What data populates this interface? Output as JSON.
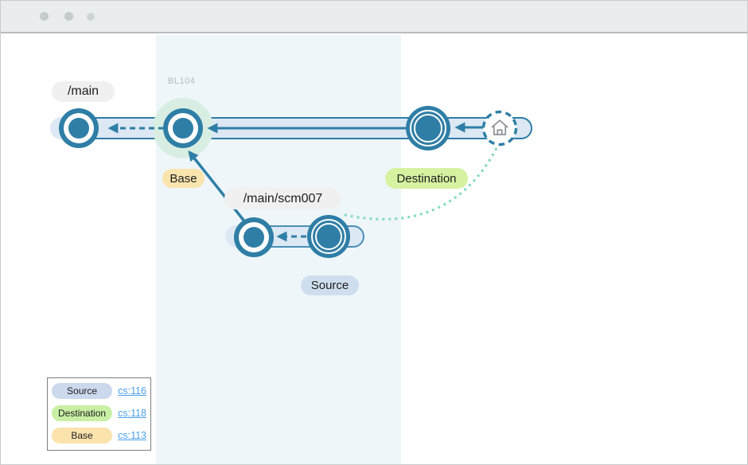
{
  "diagram": {
    "main_branch_label": "/main",
    "task_branch_label": "/main/scm007",
    "baseline_label": "BL104",
    "base_tag": "Base",
    "destination_tag": "Destination",
    "source_tag": "Source"
  },
  "legend": {
    "rows": [
      {
        "label": "Source",
        "changeset": "cs:116",
        "pill_color": "#ccd9ed"
      },
      {
        "label": "Destination",
        "changeset": "cs:118",
        "pill_color": "#c9efa5"
      },
      {
        "label": "Base",
        "changeset": "cs:113",
        "pill_color": "#fbe3ae"
      }
    ]
  },
  "colors": {
    "accent_blue": "#2e7ea6",
    "track_fill": "#dce8f4",
    "band_background": "#eef6fa",
    "base_halo_green": "#d8eee3",
    "dotted_trace": "#86dbc0",
    "link_blue": "#4a9fe8",
    "base_pill": "#fae4ae",
    "destination_pill": "#d6f2a1",
    "source_pill": "#cfdeee",
    "branch_label_pill": "#f0f0f1"
  }
}
